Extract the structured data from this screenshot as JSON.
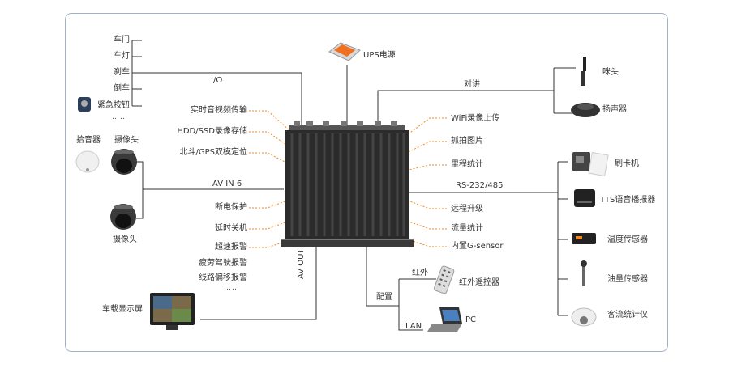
{
  "io_inputs": [
    "车门",
    "车灯",
    "刹车",
    "倒车",
    "紧急按钮"
  ],
  "io_more": "……",
  "io_label": "I/O",
  "audio_pickup": "拾音器",
  "camera_top": "摄像头",
  "camera_bottom": "摄像头",
  "av_in_label": "AV IN  6",
  "left_features": [
    "实时音视频传输",
    "HDD/SSD录像存储",
    "北斗/GPS双模定位",
    "断电保护",
    "延时关机",
    "超速报警"
  ],
  "alarm_items": [
    "疲劳驾驶报警",
    "线路偏移报警"
  ],
  "alarm_more": "……",
  "ups_label": "UPS电源",
  "intercom_label": "对讲",
  "mic_label": "咪头",
  "speaker_label": "扬声器",
  "right_features": [
    "WiFi录像上传",
    "抓拍图片",
    "里程统计",
    "远程升级",
    "流量统计",
    "内置G-sensor"
  ],
  "rs_label": "RS-232/485",
  "rs_devices": [
    "刷卡机",
    "TTS语音播报器",
    "温度传感器",
    "油量传感器",
    "客流统计仪"
  ],
  "av_out_label": "AV OUT",
  "display_label": "车载显示屏",
  "config_label": "配置",
  "infrared_label": "红外",
  "remote_label": "红外遥控器",
  "lan_label": "LAN",
  "pc_label": "PC",
  "colors": {
    "wire": "#333333",
    "dash": "#f08a24",
    "frame": "#9fb2c8",
    "ups": "#f07020",
    "box": "#2b2b2b"
  }
}
